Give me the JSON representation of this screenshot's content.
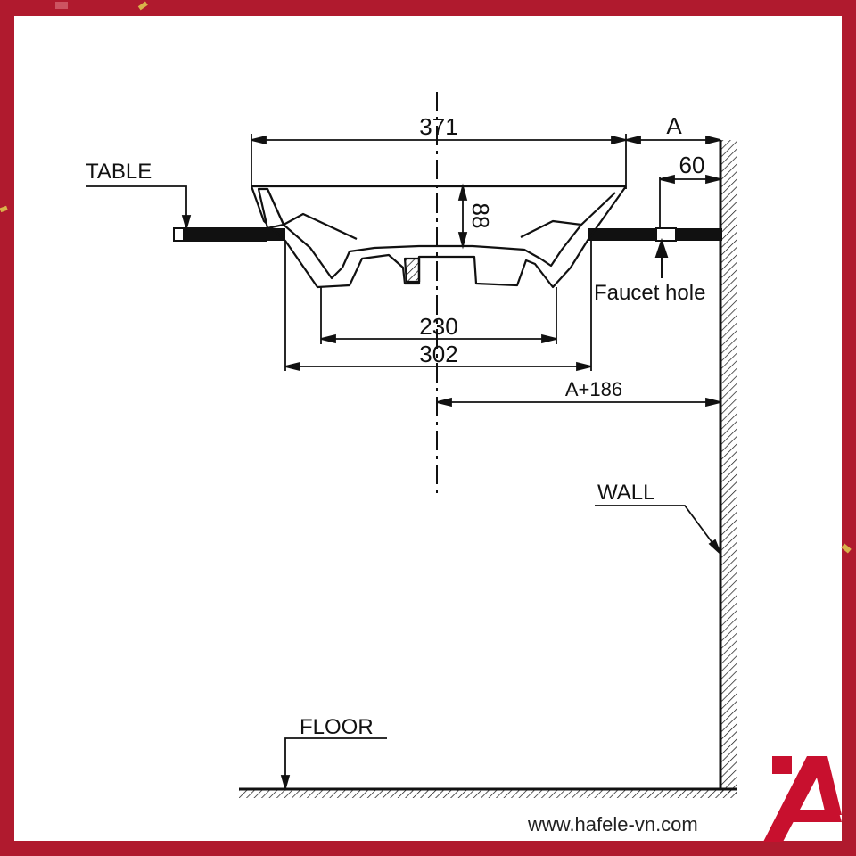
{
  "labels": {
    "table": "TABLE",
    "wall": "WALL",
    "floor": "FLOOR",
    "faucet_hole": "Faucet hole"
  },
  "dimensions": {
    "overall_width": "371",
    "offset_a": "A",
    "faucet_offset": "60",
    "depth": "88",
    "inner_width": "230",
    "cutout_width": "302",
    "centre_to_wall": "A+186"
  },
  "watermark": {
    "url": "www.hafele-vn.com"
  },
  "colors": {
    "frame": "#b01a2e",
    "confetti": "#d8b24a",
    "logo": "#c8102e",
    "line": "#111111"
  }
}
